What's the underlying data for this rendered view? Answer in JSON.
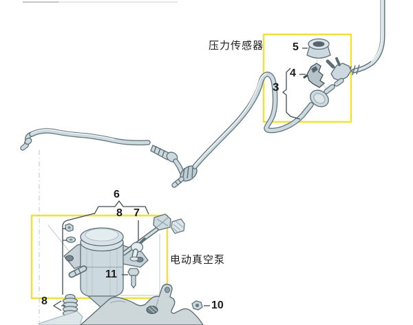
{
  "diagram": {
    "callouts": {
      "pressure_sensor": "压力传感器",
      "vacuum_pump": "电动真空泵"
    },
    "part_numbers": {
      "n3": "3",
      "n4": "4",
      "n5": "5",
      "n6": "6",
      "n7": "7",
      "n8_top": "8",
      "n8_bottom": "8",
      "n10": "10",
      "n11": "11"
    },
    "colors": {
      "highlight": "#f0e23e",
      "line": "#5d6e76",
      "part": "#ccd9de",
      "text": "#1c1c1c"
    }
  }
}
